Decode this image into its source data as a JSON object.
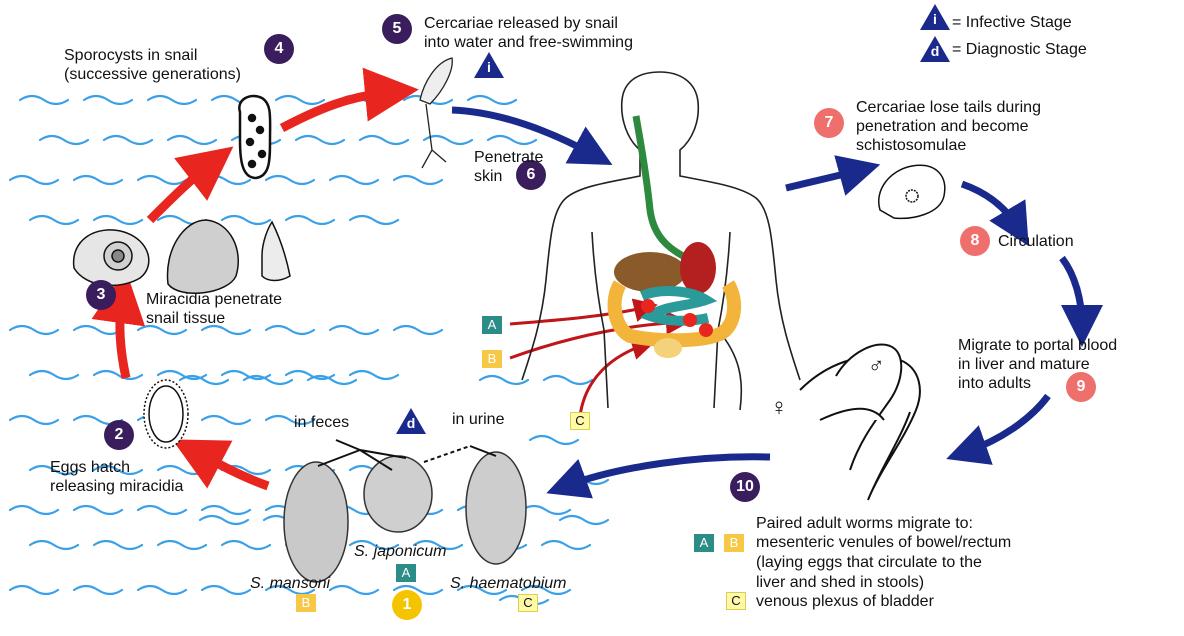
{
  "legend": {
    "infective_symbol": "i",
    "infective_label": "= Infective Stage",
    "diagnostic_symbol": "d",
    "diagnostic_label": "= Diagnostic Stage"
  },
  "steps": [
    {
      "n": "1",
      "label": ""
    },
    {
      "n": "2",
      "label": "Eggs hatch\nreleasing miracidia"
    },
    {
      "n": "3",
      "label": "Miracidia penetrate\nsnail tissue"
    },
    {
      "n": "4",
      "label": "Sporocysts in snail\n(successive generations)"
    },
    {
      "n": "5",
      "label": "Cercariae released by snail\ninto water and free-swimming"
    },
    {
      "n": "6",
      "label": "Penetrate\nskin"
    },
    {
      "n": "7",
      "label": "Cercariae lose tails during\npenetration and become\nschistosomulae"
    },
    {
      "n": "8",
      "label": "Circulation"
    },
    {
      "n": "9",
      "label": "Migrate to portal blood\nin liver and mature\ninto adults"
    },
    {
      "n": "10",
      "label": ""
    }
  ],
  "eggs": {
    "in_feces": "in feces",
    "in_urine": "in urine",
    "mansoni": "S. mansoni",
    "japonicum": "S. japonicum",
    "haematobium": "S. haematobium"
  },
  "tags": {
    "A": "A",
    "B": "B",
    "C": "C"
  },
  "adult_worms": {
    "line1": "Paired adult worms migrate to:",
    "line2": "mesenteric venules of bowel/rectum",
    "line3": "(laying eggs that circulate to the",
    "line4": "liver and shed in stools)",
    "line5": "venous plexus of bladder"
  },
  "symbols": {
    "female": "♀",
    "male": "♂"
  },
  "colors": {
    "dark_number": "#3a1d5c",
    "pink_number": "#ef6f6c",
    "red_arrow": "#e8261f",
    "blue_arrow": "#1a2a8c",
    "water": "#3aa0e8",
    "tag_A": "#2c8c86",
    "tag_B": "#f7c845",
    "tag_C": "#fff9a8"
  }
}
